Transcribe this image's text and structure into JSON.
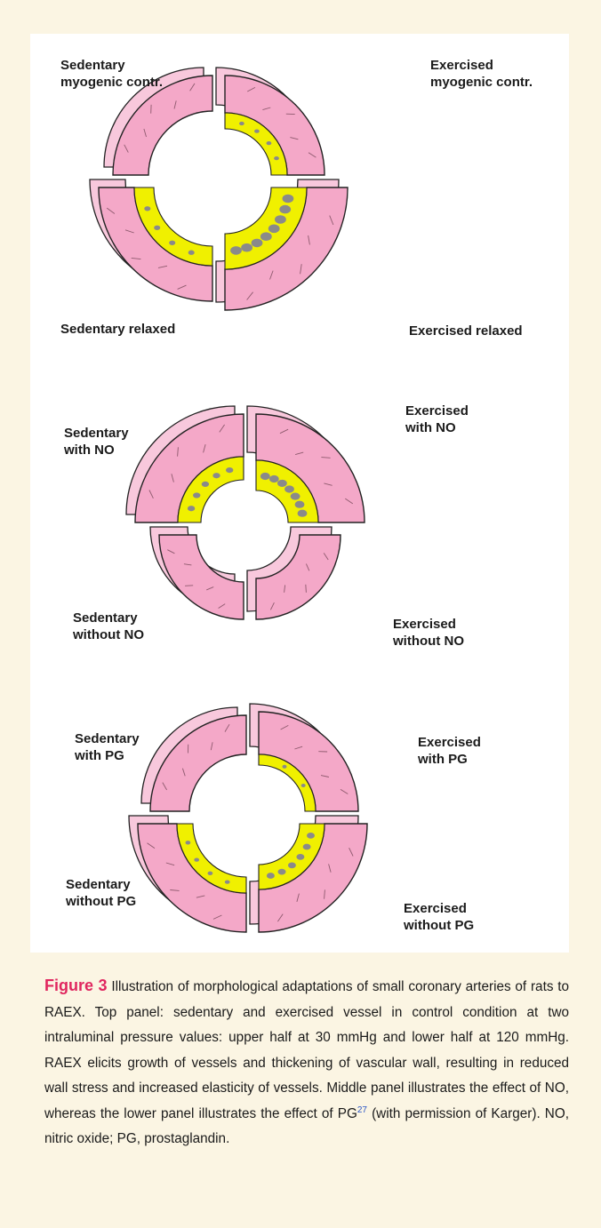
{
  "figure": {
    "panels": [
      {
        "id": "top",
        "labels": {
          "top_left": [
            "Sedentary",
            "myogenic contr."
          ],
          "top_right": [
            "Exercised",
            "myogenic contr."
          ],
          "bottom_left": [
            "Sedentary relaxed"
          ],
          "bottom_right": [
            "Exercised  relaxed"
          ]
        }
      },
      {
        "id": "middle",
        "labels": {
          "top_left": [
            "Sedentary",
            "with NO"
          ],
          "top_right": [
            "Exercised",
            "with NO"
          ],
          "bottom_left": [
            "Sedentary",
            "without NO"
          ],
          "bottom_right": [
            "Exercised",
            "without NO"
          ]
        }
      },
      {
        "id": "bottom",
        "labels": {
          "top_left": [
            "Sedentary",
            "with PG"
          ],
          "top_right": [
            "Exercised",
            "with PG"
          ],
          "bottom_left": [
            "Sedentary",
            "without PG"
          ],
          "bottom_right": [
            "Exercised",
            "without PG"
          ]
        }
      }
    ],
    "colors": {
      "vessel_wall": "#f4a8c8",
      "wall_face": "#f8c8dc",
      "endothelium": "#f0f000",
      "cell_nuclei": "#8a8a8a",
      "outline": "#222222"
    }
  },
  "caption": {
    "figure_label": "Figure 3",
    "text_before_ref": " Illustration of morphological adaptations of small coronary arteries of rats to RAEX. Top panel: sedentary and exercised vessel in control condition at two intraluminal pressure values: upper half at 30 mmHg and lower half at 120 mmHg. RAEX elicits growth of vessels and thickening of vascular wall, resulting in reduced wall stress and increased elasticity of vessels. Middle panel illustrates the effect of NO, whereas the lower panel illustrates the effect of PG",
    "reference": "27",
    "text_after_ref": " (with permission of Karger). NO, nitric oxide; PG, prostaglandin."
  }
}
